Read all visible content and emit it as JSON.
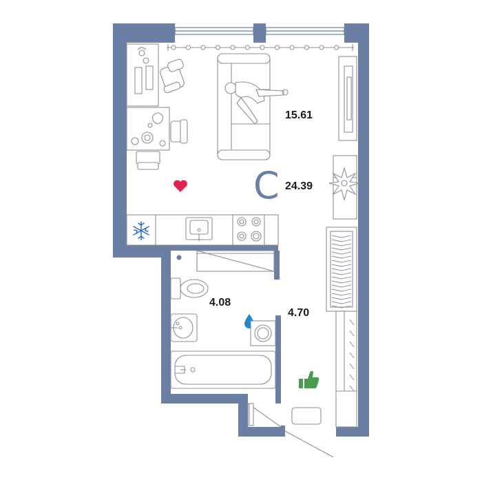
{
  "room_type_letter": "С",
  "areas": {
    "living": "15.61",
    "total": "24.39",
    "bathroom": "4.08",
    "hallway": "4.70"
  },
  "colors": {
    "wall": "#6b7ea3",
    "fixture_stroke": "#8a8f99",
    "heart": "#e0234e",
    "water_drop": "#1e88c8",
    "thumb": "#4a9b4f",
    "snowflake": "#2a6fc0",
    "text": "#1a1a1a"
  },
  "markers": {
    "heart": "heart-icon",
    "snowflake": "snowflake-icon",
    "water_drop": "water-drop-icon",
    "thumb": "thumbs-up-icon",
    "flower": "plant-icon"
  }
}
